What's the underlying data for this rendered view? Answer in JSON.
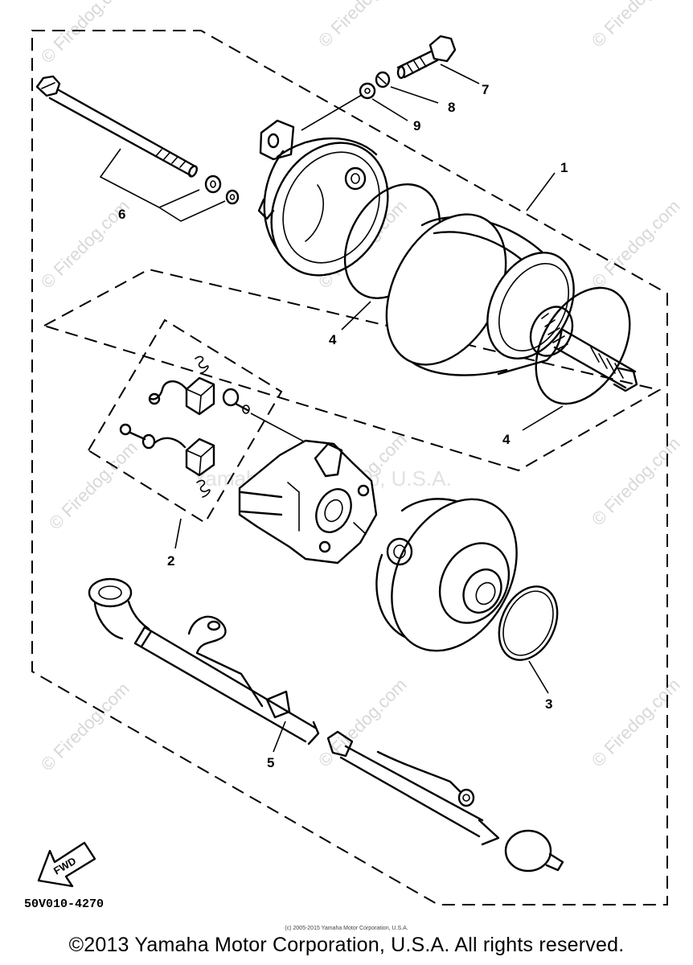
{
  "watermarks": {
    "site": "© Firedog.com",
    "center": "Yamaha Motor Corp, U.S.A."
  },
  "callouts": [
    "1",
    "2",
    "3",
    "4",
    "4",
    "5",
    "6",
    "7",
    "8",
    "9"
  ],
  "fwd_label": "FWD",
  "drawing_code": "50V010-4270",
  "small_copyright": "(c) 2005-2015 Yamaha Motor Corporation, U.S.A.",
  "footer_copyright": "©2013 Yamaha Motor Corporation, U.S.A. All rights reserved."
}
